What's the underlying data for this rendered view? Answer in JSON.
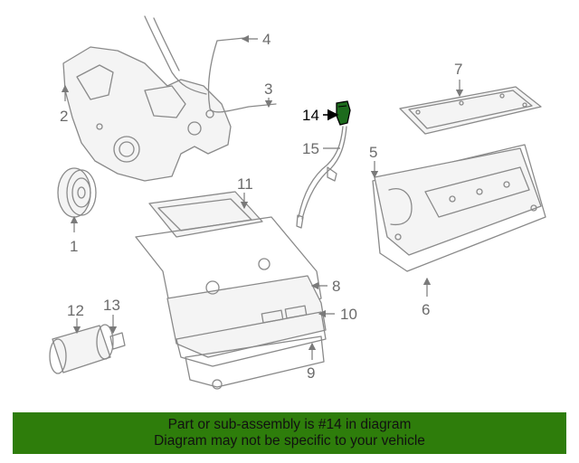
{
  "diagram": {
    "callouts": [
      "1",
      "2",
      "3",
      "4",
      "5",
      "6",
      "7",
      "8",
      "9",
      "10",
      "11",
      "12",
      "13",
      "14",
      "15"
    ],
    "highlighted": "14",
    "highlight_color": "#1d6b1d"
  },
  "banner": {
    "line1": "Part or sub-assembly is #14 in diagram",
    "line2": "Diagram may not be specific to your vehicle",
    "background": "#2e7d0b"
  }
}
